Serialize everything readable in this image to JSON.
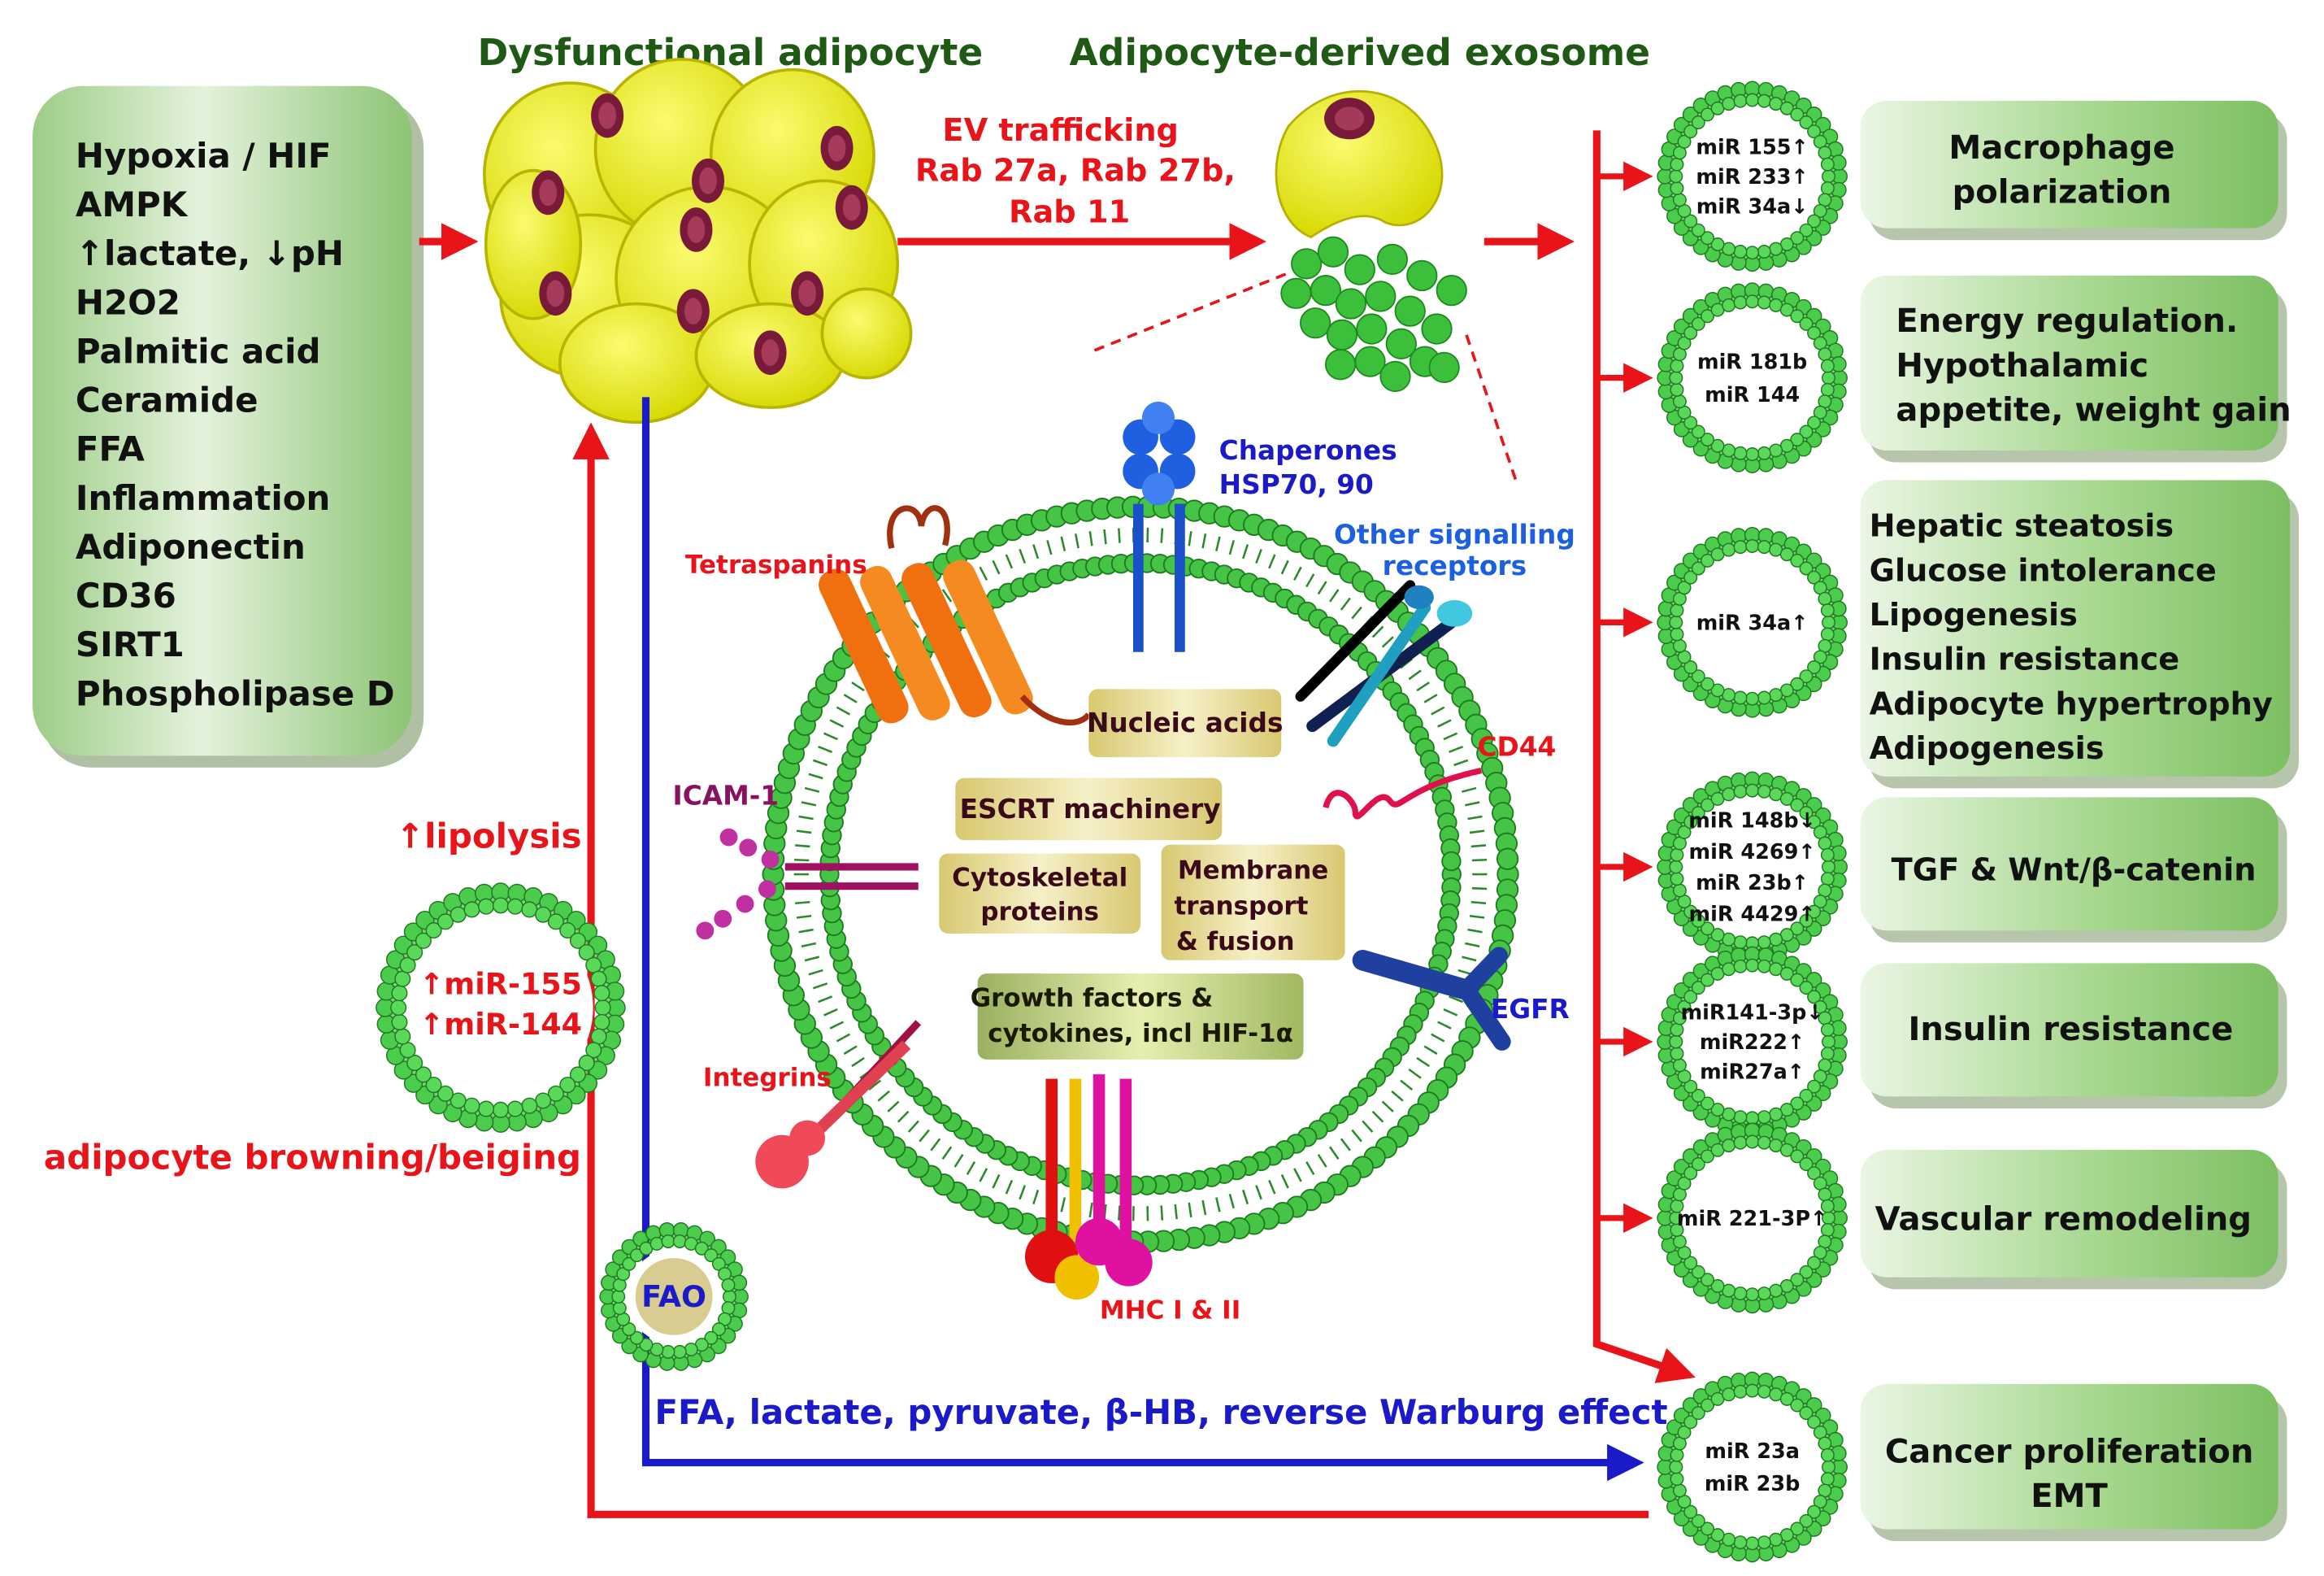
{
  "titles": {
    "adipocyte": "Dysfunctional adipocyte",
    "exosome": "Adipocyte-derived exosome"
  },
  "triggers": [
    "Hypoxia / HIF",
    "AMPK",
    "↑lactate, ↓pH",
    "H2O2",
    "Palmitic acid",
    "Ceramide",
    "FFA",
    "Inflammation",
    "Adiponectin",
    "CD36",
    "SIRT1",
    "Phospholipase D"
  ],
  "ev_trafficking": [
    "EV trafficking",
    "Rab 27a, Rab 27b,",
    "Rab 11"
  ],
  "left_feedback": {
    "lipolysis": "↑lipolysis",
    "mirna": [
      "↑miR-155",
      "↑miR-144"
    ],
    "browning": "adipocyte browning/beiging"
  },
  "fao": "FAO",
  "metabolites": "FFA, lactate, pyruvate, β-HB, reverse Warburg effect",
  "exosome_labels": {
    "chaperones": [
      "Chaperones",
      "HSP70, 90"
    ],
    "other_receptors": [
      "Other signalling",
      "receptors"
    ],
    "tetraspanins": "Tetraspanins",
    "cd44": "CD44",
    "icam1": "ICAM-1",
    "egfr": "EGFR",
    "integrins": "Integrins",
    "mhc": "MHC I & II"
  },
  "cargo": {
    "nucleic_acids": "Nucleic acids",
    "escrt": "ESCRT machinery",
    "cytoskeletal": [
      "Cytoskeletal",
      "proteins"
    ],
    "membrane_transport": [
      "Membrane",
      "transport",
      "& fusion"
    ],
    "growth_factors": [
      "Growth factors &",
      "cytokines, incl HIF-1α"
    ]
  },
  "targets": [
    {
      "mirna": [
        "miR 155↑",
        "miR 233↑",
        "miR 34a↓"
      ],
      "effect": [
        "Macrophage",
        "polarization"
      ]
    },
    {
      "mirna": [
        "miR 181b",
        "miR 144"
      ],
      "effect": [
        "Energy regulation.",
        "Hypothalamic",
        "appetite, weight gain"
      ]
    },
    {
      "mirna": [
        "miR 34a↑"
      ],
      "effect": [
        "Hepatic steatosis",
        "Glucose intolerance",
        "Lipogenesis",
        "Insulin resistance",
        "Adipocyte hypertrophy",
        "Adipogenesis"
      ]
    },
    {
      "mirna": [
        "miR 148b↓",
        "miR 4269↑",
        "miR 23b↑",
        "miR 4429↑"
      ],
      "effect": [
        "TGF & Wnt/β-catenin"
      ]
    },
    {
      "mirna": [
        "miR141-3p↓",
        "miR222↑",
        "miR27a↑"
      ],
      "effect": [
        "Insulin resistance"
      ]
    },
    {
      "mirna": [
        "miR 221-3P↑"
      ],
      "effect": [
        "Vascular remodeling"
      ]
    },
    {
      "mirna": [
        "miR 23a",
        "miR 23b"
      ],
      "effect": [
        "Cancer proliferation",
        "EMT"
      ]
    }
  ],
  "colors": {
    "red": "#e8141a",
    "blue": "#1a1ac8",
    "dark_green": "#1e5a14",
    "green_box": "#8fc878",
    "vesicle_green": "#3cb43c",
    "cell_yellow": "#f0f020",
    "nucleus": "#7a1a3a"
  }
}
